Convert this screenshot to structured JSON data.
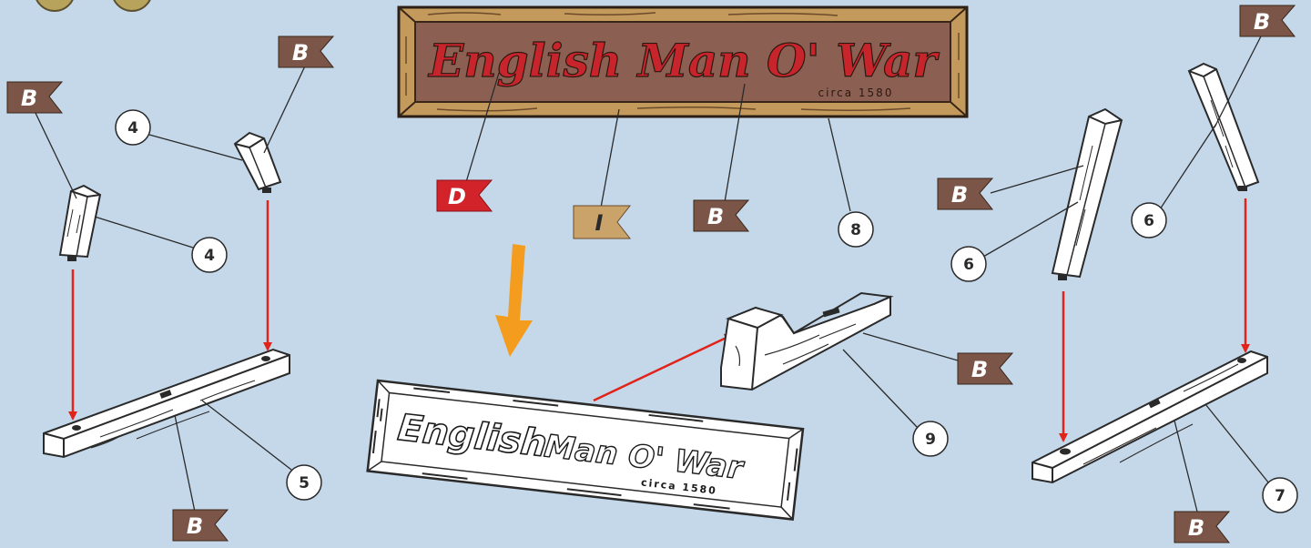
{
  "sign": {
    "title": "English Man O' War",
    "subtitle": "circa 1580"
  },
  "sign_assembled": {
    "title_line1": "English",
    "title_line2": "Man O' War",
    "subtitle": "circa 1580"
  },
  "callouts": {
    "n4a": "4",
    "n4b": "4",
    "n5": "5",
    "n6a": "6",
    "n6b": "6",
    "n7": "7",
    "n8": "8",
    "n9": "9"
  },
  "flags": {
    "b": "B",
    "d": "D",
    "i": "I"
  },
  "colors": {
    "background": "#c4d8ea",
    "flag_brown": "#7a5548",
    "flag_red": "#d2232a",
    "flag_tan": "#c9a36a",
    "sign_frame": "#c49a5c",
    "sign_panel": "#8b6052",
    "sign_text": "#c8242b",
    "arrow_red": "#e2231a",
    "arrow_orange": "#f39c1e"
  }
}
